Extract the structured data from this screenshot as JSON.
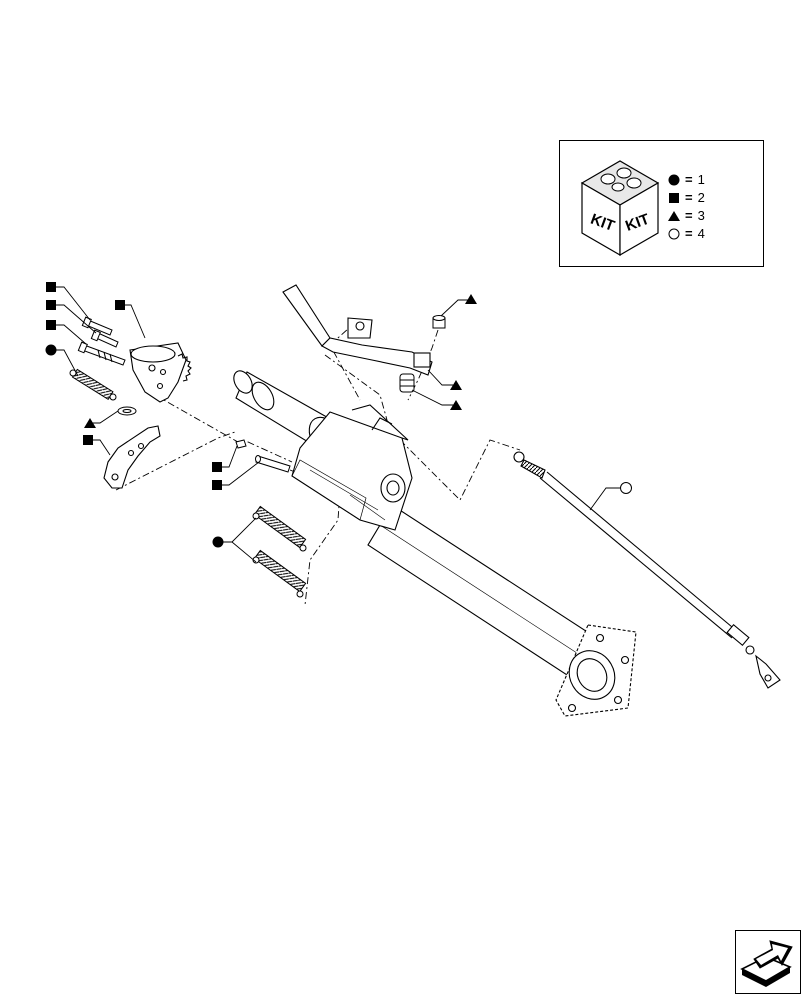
{
  "kit": {
    "box_label_left": "KIT",
    "box_label_right": "KIT",
    "legend": [
      {
        "symbol": "filled-circle",
        "value": "1"
      },
      {
        "symbol": "filled-square",
        "value": "2"
      },
      {
        "symbol": "filled-triangle",
        "value": "3"
      },
      {
        "symbol": "open-circle",
        "value": "4"
      }
    ],
    "equals_sign": "="
  },
  "callouts": [
    {
      "id": "bolt-1",
      "symbol": "filled-square"
    },
    {
      "id": "bolt-2",
      "symbol": "filled-square"
    },
    {
      "id": "bolt-3",
      "symbol": "filled-square"
    },
    {
      "id": "quadrant",
      "symbol": "filled-square"
    },
    {
      "id": "spring-left",
      "symbol": "filled-circle"
    },
    {
      "id": "clip",
      "symbol": "filled-triangle"
    },
    {
      "id": "lever",
      "symbol": "filled-square"
    },
    {
      "id": "pin-top",
      "symbol": "filled-square"
    },
    {
      "id": "pin-bottom",
      "symbol": "filled-square"
    },
    {
      "id": "springs-center",
      "symbol": "filled-circle"
    },
    {
      "id": "cap",
      "symbol": "filled-triangle"
    },
    {
      "id": "bushing-1",
      "symbol": "filled-triangle"
    },
    {
      "id": "bushing-2",
      "symbol": "filled-triangle"
    },
    {
      "id": "cable",
      "symbol": "open-circle"
    }
  ],
  "nav": {
    "icon": "arrow-next-icon"
  }
}
